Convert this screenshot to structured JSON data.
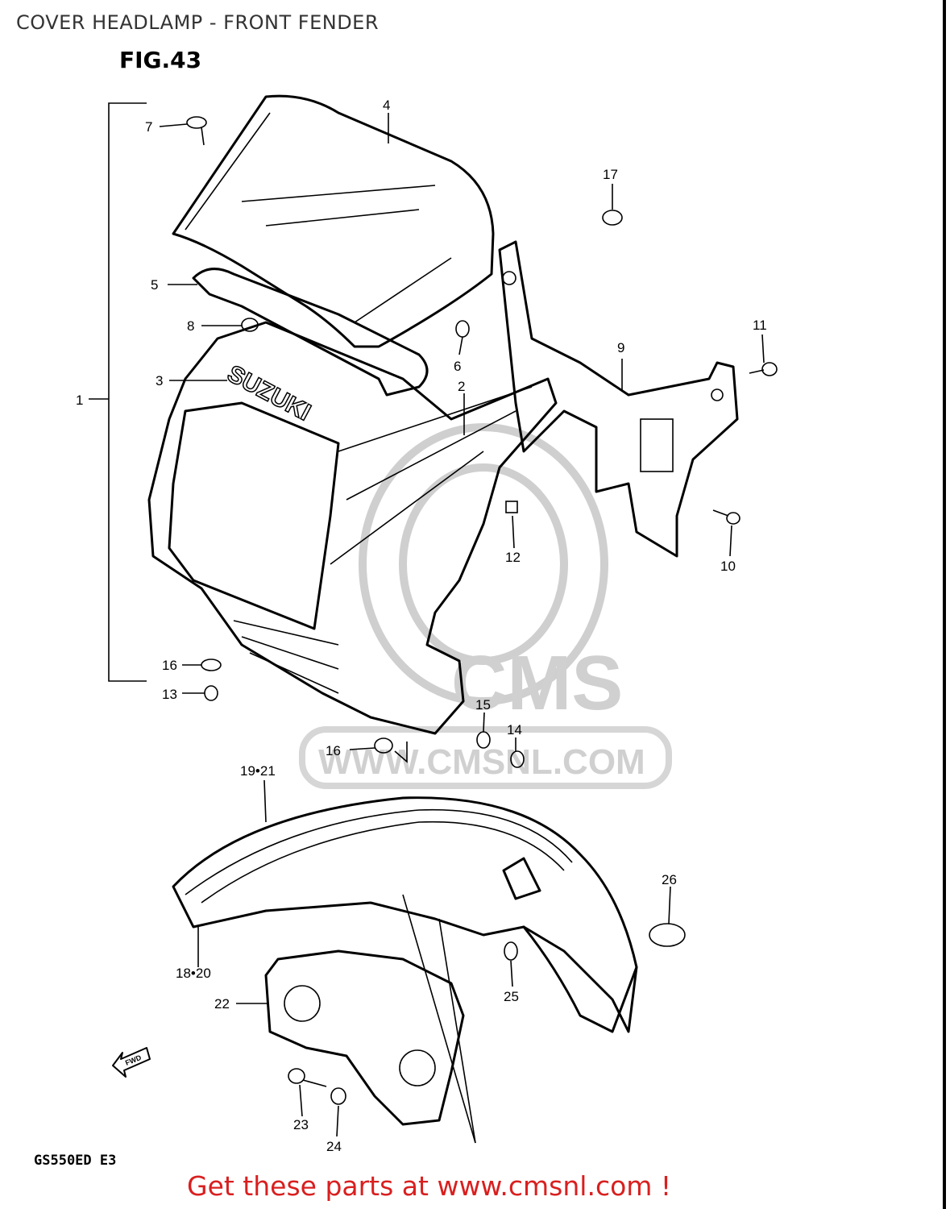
{
  "title": "COVER HEADLAMP - FRONT FENDER",
  "figure": "FIG.43",
  "model": "GS550ED E3",
  "promo": "Get these parts at www.cmsnl.com !",
  "emblem_text": "SUZUKI",
  "watermark": {
    "logo": "CMS",
    "url": "WWW.CMSNL.COM"
  },
  "fwd_label": "FWD",
  "callouts": [
    "1",
    "2",
    "3",
    "4",
    "5",
    "6",
    "7",
    "8",
    "9",
    "10",
    "11",
    "12",
    "13",
    "14",
    "15",
    "16",
    "16",
    "17",
    "19•21",
    "18•20",
    "22",
    "23",
    "24",
    "25",
    "26"
  ]
}
